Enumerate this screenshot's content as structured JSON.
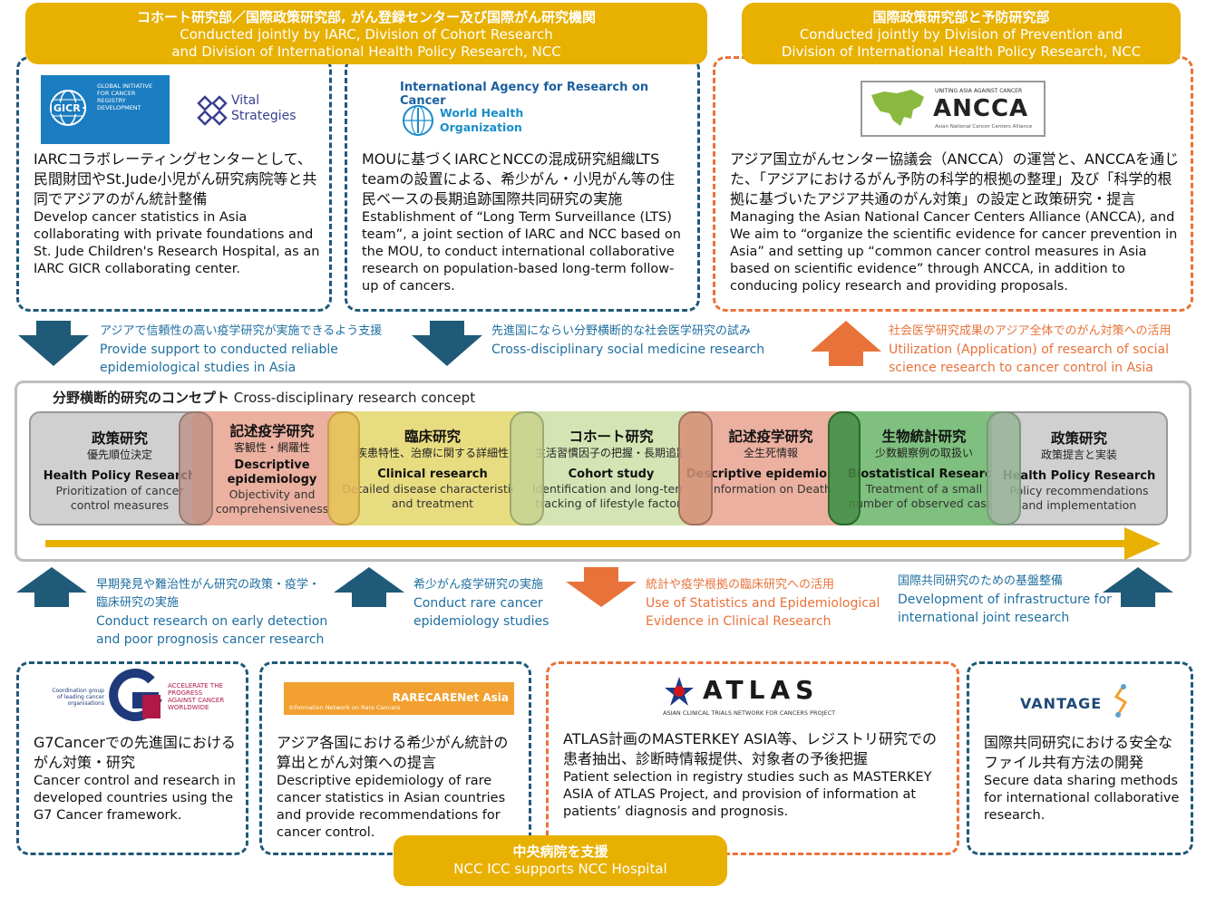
{
  "top_left_banner": {
    "jp": "コホート研究部／国際政策研究部, がん登録センター及び国際がん研究機関",
    "en1": "Conducted jointly by IARC, Division of Cohort Research",
    "en2": "and Division of International Health Policy Research, NCC"
  },
  "top_right_banner": {
    "jp": "国際政策研究部と予防研究部",
    "en1": "Conducted jointly by Division of Prevention and",
    "en2": "Division of International Health Policy Research, NCC"
  },
  "panel1": {
    "logo_gicr_text": "GICR",
    "logo_gicr_desc": "GLOBAL INITIATIVE FOR CANCER REGISTRY DEVELOPMENT",
    "logo_vital1": "Vital",
    "logo_vital2": "Strategies",
    "jp": "IARCコラボレーティングセンターとして、民間財団やSt.Jude小児がん研究病院等と共同でアジアのがん統計整備",
    "en": "Develop cancer statistics in Asia collaborating with private foundations and St. Jude Children's Research Hospital, as an IARC GICR collaborating center."
  },
  "panel2": {
    "logo_iarc": "International Agency for Research on Cancer",
    "logo_who1": "World Health",
    "logo_who2": "Organization",
    "jp": "MOUに基づくIARCとNCCの混成研究組織LTS teamの設置による、希少がん・小児がん等の住民ベースの長期追跡国際共同研究の実施",
    "en": "Establishment of “Long Term Surveillance (LTS) team”, a joint section of IARC and NCC based on the MOU, to conduct international collaborative research on population-based long-term follow-up of cancers."
  },
  "panel3": {
    "logo_small": "UNITING ASIA AGAINST CANCER",
    "logo_big": "ANCCA",
    "logo_sub": "Asian National Cancer Centers Alliance",
    "jp": "アジア国立がんセンター協議会（ANCCA）の運営と、ANCCAを通じた、「アジアにおけるがん予防の科学的根拠の整理」及び「科学的根拠に基づいたアジア共通のがん対策」の設定と政策研究・提言",
    "en": "Managing the Asian National Cancer Centers Alliance (ANCCA), and We aim to “organize the scientific evidence for cancer prevention in Asia” and setting up “common cancer control measures in Asia based on scientific evidence” through ANCCA, in addition to conducing policy research and providing proposals."
  },
  "arrows_top": [
    {
      "jp": "アジアで信頼性の高い疫学研究が実施できるよう支援",
      "en1": "Provide support to conducted reliable",
      "en2": "epidemiological studies in Asia"
    },
    {
      "jp": "先進国にならい分野横断的な社会医学研究の試み",
      "en1": "Cross-disciplinary social medicine research",
      "en2": ""
    },
    {
      "jp": "社会医学研究成果のアジア全体でのがん対策への活用",
      "en1": "Utilization (Application) of research of social",
      "en2": "science research to cancer control in Asia"
    }
  ],
  "concept": {
    "title_jp": "分野横断的研究のコンセプト",
    "title_en": "Cross-disciplinary research concept",
    "segments": [
      {
        "t": "政策研究",
        "s": "優先順位決定",
        "e": "Health Policy Research",
        "d1": "Prioritization of cancer",
        "d2": "control measures"
      },
      {
        "t": "記述疫学研究",
        "s": "客観性・網羅性",
        "e": "Descriptive epidemiology",
        "d1": "Objectivity and",
        "d2": "comprehensiveness"
      },
      {
        "t": "臨床研究",
        "s": "疾患特性、治療に関する詳細性",
        "e": "Clinical research",
        "d1": "Detailed disease characteristics",
        "d2": "and treatment"
      },
      {
        "t": "コホート研究",
        "s": "生活習慣因子の把握・長期追跡",
        "e": "Cohort study",
        "d1": "Identification and long-term",
        "d2": "tracking of lifestyle factors"
      },
      {
        "t": "記述疫学研究",
        "s": "全生死情報",
        "e": "Descriptive epidemiology",
        "d1": "Information on Death",
        "d2": ""
      },
      {
        "t": "生物統計研究",
        "s": "少数観察例の取扱い",
        "e": "Biostatistical Research",
        "d1": "Treatment of a small",
        "d2": "number of observed cases"
      },
      {
        "t": "政策研究",
        "s": "政策提言と実装",
        "e": "Health Policy Research",
        "d1": "Policy recommendations",
        "d2": "and implementation"
      }
    ]
  },
  "arrows_bottom": [
    {
      "jp1": "早期発見や難治性がん研究の政策・疫学・",
      "jp2": "臨床研究の実施",
      "en1": "Conduct research on early detection",
      "en2": "and poor prognosis cancer research"
    },
    {
      "jp1": "希少がん疫学研究の実施",
      "jp2": "",
      "en1": "Conduct rare cancer",
      "en2": "epidemiology studies"
    },
    {
      "jp1": "統計や疫学根拠の臨床研究への活用",
      "jp2": "",
      "en1": "Use of Statistics and Epidemiological",
      "en2": "Evidence in Clinical Research"
    },
    {
      "jp1": "国際共同研究のための基盤整備",
      "jp2": "",
      "en1": "Development of infrastructure for",
      "en2": "international joint research"
    }
  ],
  "bpanel1": {
    "logo_small": "Coordination group of leading cancer organisations",
    "logo_right": "ACCELERATE THE PROGRESS AGAINST CANCER WORLDWIDE",
    "jp": "G7Cancerでの先進国におけるがん対策・研究",
    "en": "Cancer control and research in developed countries using the G7 Cancer framework."
  },
  "bpanel2": {
    "logo_left": "Information Network on Rare Cancers",
    "logo_right": "RARECARENet Asia",
    "jp": "アジア各国における希少がん統計の算出とがん対策への提言",
    "en": "Descriptive epidemiology of rare cancer statistics in Asian countries and provide recommendations for cancer control."
  },
  "bpanel3": {
    "logo_big": "ATLAS",
    "logo_sub": "ASIAN CLINICAL TRIALS NETWORK FOR CANCERS PROJECT",
    "jp": "ATLAS計画のMASTERKEY ASIA等、レジストリ研究での患者抽出、診断時情報提供、対象者の予後把握",
    "en": "Patient selection in registry studies such as MASTERKEY ASIA of ATLAS Project, and provision of information at patients’ diagnosis and prognosis."
  },
  "bpanel4": {
    "logo": "VANTAGE",
    "jp": "国際共同研究における安全なファイル共有方法の開発",
    "en": "Secure data sharing methods for international collaborative research."
  },
  "bottom_banner": {
    "jp": "中央病院を支援",
    "en": "NCC ICC supports NCC Hospital"
  }
}
